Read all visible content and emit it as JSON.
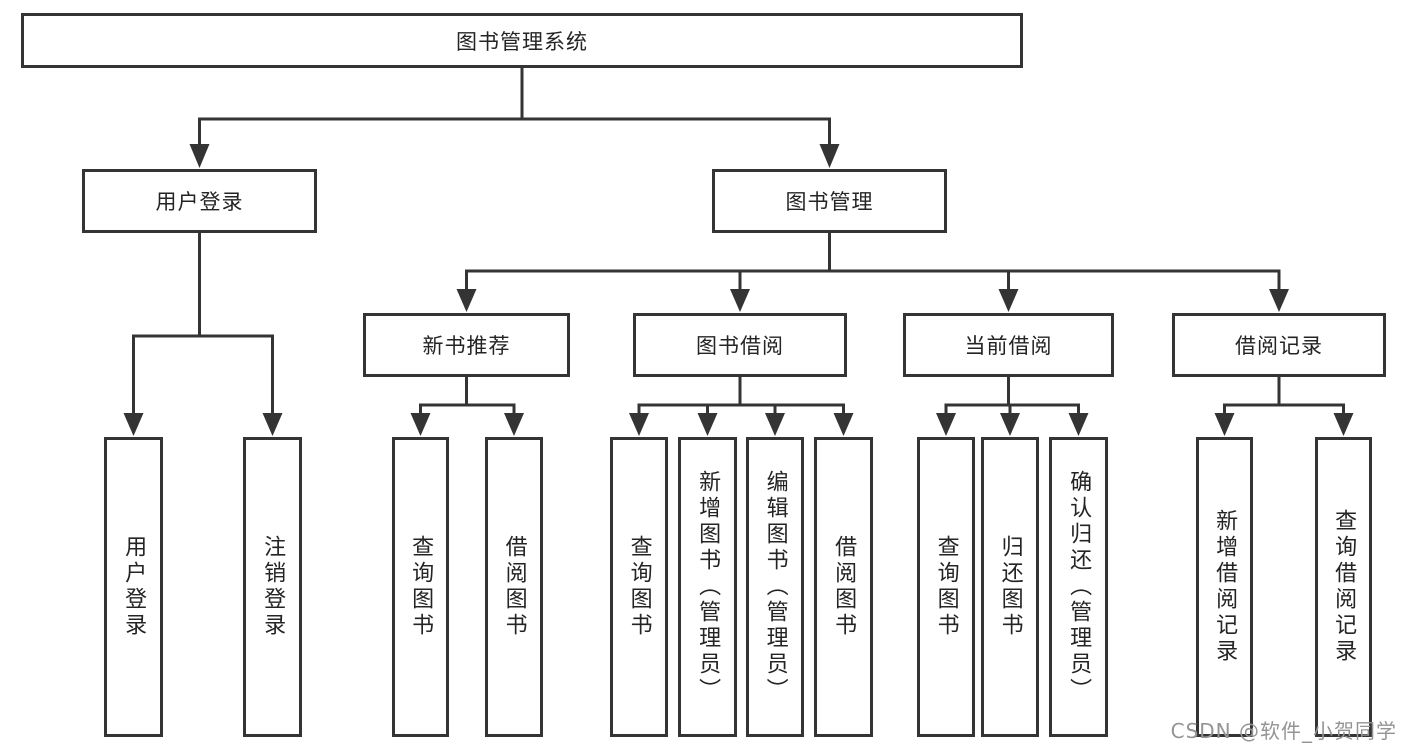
{
  "diagram": {
    "root": {
      "label": "图书管理系统"
    },
    "level2": [
      {
        "label": "用户登录"
      },
      {
        "label": "图书管理"
      }
    ],
    "level3": [
      {
        "label": "新书推荐"
      },
      {
        "label": "图书借阅"
      },
      {
        "label": "当前借阅"
      },
      {
        "label": "借阅记录"
      }
    ],
    "leaves": [
      {
        "label": "用户登录"
      },
      {
        "label": "注销登录"
      },
      {
        "label": "查询图书"
      },
      {
        "label": "借阅图书"
      },
      {
        "label": "查询图书"
      },
      {
        "label": "新增图书（管理员）"
      },
      {
        "label": "编辑图书（管理员）"
      },
      {
        "label": "借阅图书"
      },
      {
        "label": "查询图书"
      },
      {
        "label": "归还图书"
      },
      {
        "label": "确认归还（管理员）"
      },
      {
        "label": "新增借阅记录"
      },
      {
        "label": "查询借阅记录"
      }
    ],
    "colors": {
      "line": "#343434",
      "text": "#242424",
      "background": "#ffffff",
      "watermark": "#949494"
    }
  },
  "watermark": "CSDN @软件_小贺同学"
}
